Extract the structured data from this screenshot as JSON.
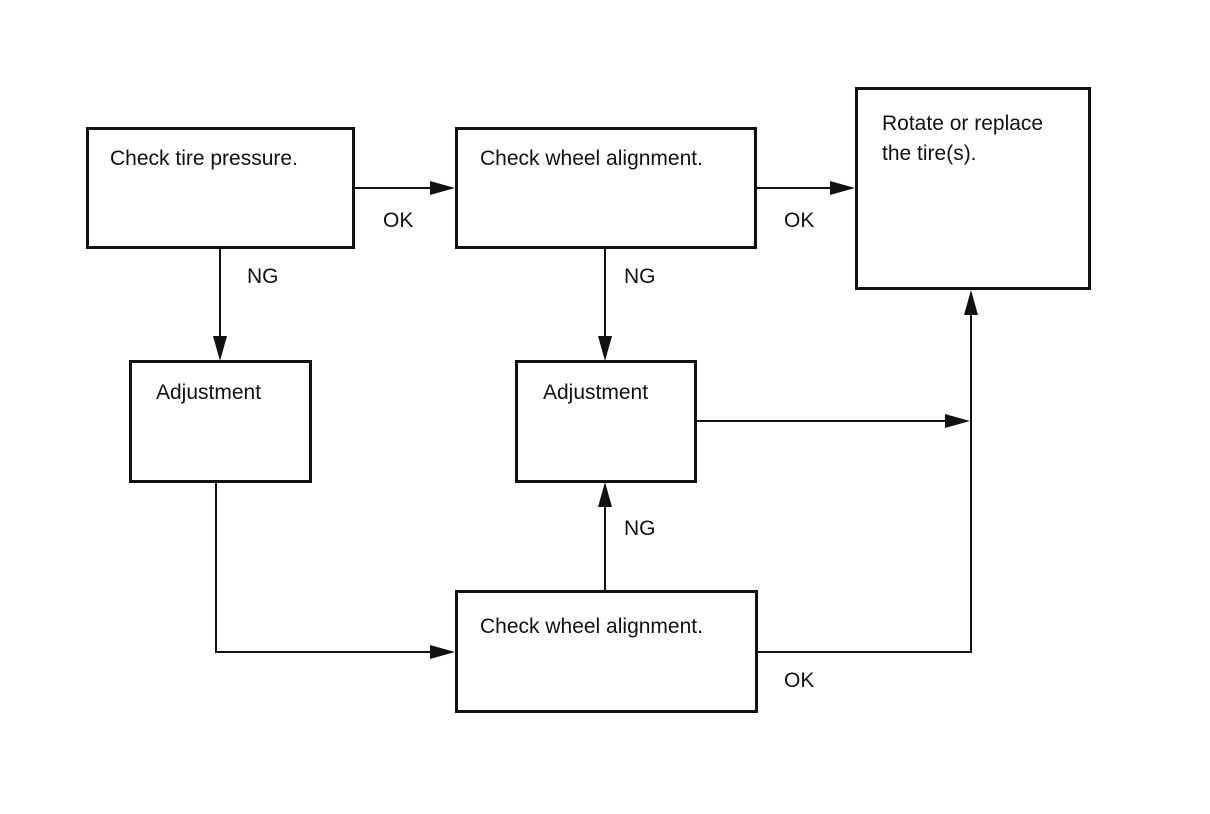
{
  "nodes": {
    "check_tire_pressure": "Check tire pressure.",
    "check_wheel_alignment_top": "Check wheel alignment.",
    "rotate_or_replace_line1": "Rotate or replace",
    "rotate_or_replace_line2": "the tire(s).",
    "adjustment_left": "Adjustment",
    "adjustment_middle": "Adjustment",
    "check_wheel_alignment_bottom": "Check wheel alignment."
  },
  "edges": {
    "tire_to_alignment": "OK",
    "alignment_to_rotate": "OK",
    "tire_to_adjustment": "NG",
    "alignment_to_adjustment": "NG",
    "bottom_alignment_to_adjustment": "NG",
    "bottom_alignment_to_rotate": "OK"
  },
  "colors": {
    "line": "#111111",
    "background": "#ffffff"
  }
}
